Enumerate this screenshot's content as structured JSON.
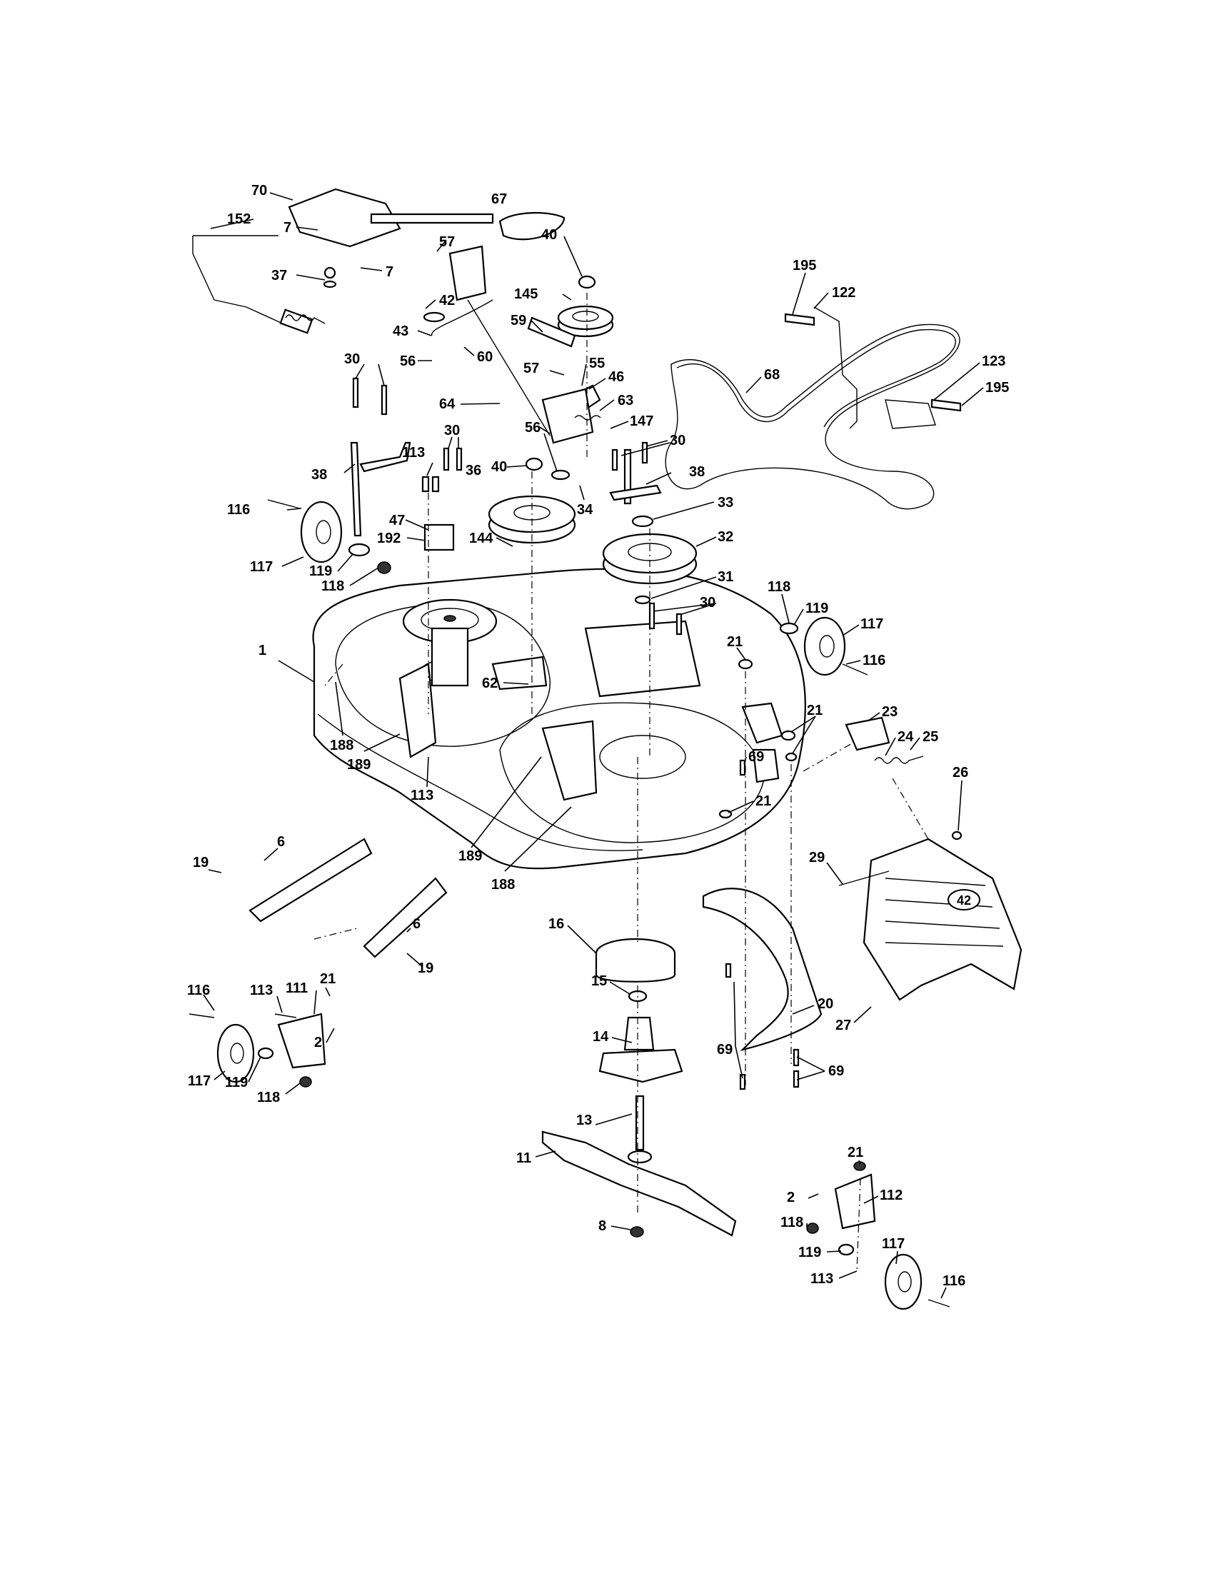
{
  "diagram": {
    "deck_badge": "42",
    "callouts": {
      "c70": "70",
      "c67": "67",
      "c7a": "7",
      "c7b": "7",
      "c152": "152",
      "c37": "37",
      "c57a": "57",
      "c42": "42",
      "c43": "43",
      "c60": "60",
      "c56a": "56",
      "c40a": "40",
      "c145": "145",
      "c59": "59",
      "c57b": "57",
      "c55": "55",
      "c46": "46",
      "c64": "64",
      "c63": "63",
      "c147": "147",
      "c30a": "30",
      "c30b": "30",
      "c30c": "30",
      "c30d": "30",
      "c38a": "38",
      "c38b": "38",
      "c113a": "113",
      "c56b": "56",
      "c40b": "40",
      "c36": "36",
      "c34": "34",
      "c33": "33",
      "c32": "32",
      "c31": "31",
      "c144": "144",
      "c47": "47",
      "c192": "192",
      "c116a": "116",
      "c117a": "117",
      "c119a": "119",
      "c118a": "118",
      "c195a": "195",
      "c122": "122",
      "c68": "68",
      "c123": "123",
      "c195b": "195",
      "c118b": "118",
      "c119b": "119",
      "c117b": "117",
      "c116b": "116",
      "c1": "1",
      "c62": "62",
      "c21a": "21",
      "c21b": "21",
      "c21c": "21",
      "c69a": "69",
      "c23": "23",
      "c24": "24",
      "c25": "25",
      "c26": "26",
      "c188a": "188",
      "c189a": "189",
      "c113b": "113",
      "c189b": "189",
      "c188b": "188",
      "c29": "29",
      "c6a": "6",
      "c19a": "19",
      "c6b": "6",
      "c19b": "19",
      "c16": "16",
      "c15": "15",
      "c14": "14",
      "c20": "20",
      "c27": "27",
      "c69b": "69",
      "c69c": "69",
      "c13": "13",
      "c11": "11",
      "c8": "8",
      "c116c": "116",
      "c113c": "113",
      "c111": "111",
      "c21d": "21",
      "c2a": "2",
      "c117c": "117",
      "c119c": "119",
      "c118c": "118",
      "c21e": "21",
      "c2b": "2",
      "c112": "112",
      "c118d": "118",
      "c119d": "119",
      "c117d": "117",
      "c113d": "113",
      "c116d": "116"
    }
  }
}
